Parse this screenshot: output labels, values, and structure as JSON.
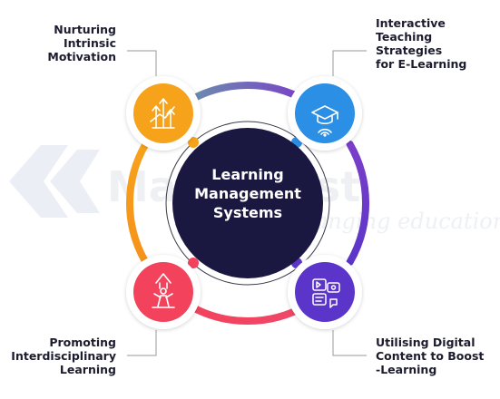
{
  "center": {
    "title_lines": [
      "Learning",
      "Management",
      "Systems"
    ]
  },
  "nodes": [
    {
      "id": "top-left",
      "icon": "growth-arrows-icon",
      "color": "#f7a21b",
      "label_lines": [
        "Nurturing",
        "Intrinsic",
        "Motivation"
      ]
    },
    {
      "id": "top-right",
      "icon": "graduation-cap-wifi-icon",
      "color": "#2b8fe6",
      "label_lines": [
        "Interactive",
        "Teaching",
        "Strategies",
        "for E-Learning"
      ]
    },
    {
      "id": "bottom-left",
      "icon": "person-growth-icon",
      "color": "#f2425c",
      "label_lines": [
        "Promoting",
        "Interdisciplinary",
        "Learning"
      ]
    },
    {
      "id": "bottom-right",
      "icon": "digital-content-icon",
      "color": "#5b35c9",
      "label_lines": [
        "Utilising Digital",
        "Content to Boost",
        "-Learning"
      ]
    }
  ],
  "colors": {
    "center_fill": "#1a1840",
    "ring_left": "#f7a21b",
    "ring_top_start": "#6b8fae",
    "ring_top_end": "#7a3fc9",
    "ring_right": "#5b35c9",
    "ring_bottom": "#f2425c",
    "connector": "#9a9a9a",
    "watermark": "#eef0f4"
  },
  "watermark": {
    "text": "MathBoost",
    "tagline": "changing education..."
  }
}
